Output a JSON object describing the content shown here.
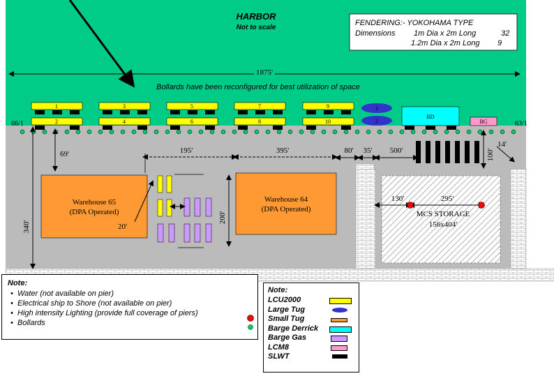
{
  "harbor": {
    "title": "HARBOR",
    "subtitle": "Not to scale"
  },
  "fendering": {
    "title": "FENDERING:- YOKOHAMA TYPE",
    "row1_label": "Dimensions",
    "row1_size": "1m Dia x 2m Long",
    "row1_count": "32",
    "row2_size": "1.2m Dia x 2m Long",
    "row2_count": "9"
  },
  "dims": {
    "pier_length": "1875'",
    "d69": "69'",
    "d195": "195'",
    "d395": "395'",
    "d80": "80'",
    "d35": "35'",
    "d500": "500'",
    "d100": "100'",
    "d14": "14'",
    "d340": "340'",
    "d200": "200'",
    "d20": "20'",
    "d130": "130'",
    "d295": "295'"
  },
  "annotation": "Bollards have been reconfigured for best utilization of space",
  "berths": {
    "left_end": "66/1",
    "right_end": "63/1",
    "lcu_top": [
      "1",
      "3",
      "5",
      "7",
      "9"
    ],
    "lcu_bottom": [
      "2",
      "4",
      "6",
      "8",
      "10"
    ],
    "large_tug_top": "1",
    "large_tug_bottom": "2",
    "barge_derrick": "BD",
    "lcm_label": "BG"
  },
  "warehouse65": {
    "name": "Warehouse 65",
    "op": "(DPA Operated)"
  },
  "warehouse64": {
    "name": "Warehouse 64",
    "op": "(DPA Operated)"
  },
  "mcs": {
    "name": "MCS STORAGE",
    "size": "156x404'"
  },
  "notes": {
    "title": "Note:",
    "items": [
      "Water  (not available on pier)",
      "Electrical ship to Shore (not available on pier)",
      "High intensity Lighting (provide full coverage of piers)",
      "Bollards"
    ]
  },
  "legend": {
    "title": "Note:",
    "items": [
      {
        "label": "LCU2000",
        "color": "#ffff00"
      },
      {
        "label": "Large Tug",
        "color": "#3333cc"
      },
      {
        "label": "Small Tug",
        "color": "#ff9933"
      },
      {
        "label": "Barge Derrick",
        "color": "#00ffff"
      },
      {
        "label": "Barge Gas",
        "color": "#cc99ff"
      },
      {
        "label": "LCM8",
        "color": "#ff99cc"
      },
      {
        "label": "SLWT",
        "color": "#000000"
      }
    ]
  },
  "colors": {
    "harbor": "#00cc88",
    "pier": "#bbbbbb",
    "warehouse": "#ff9933",
    "lcu": "#ffff00",
    "large_tug": "#3333cc",
    "barge_derrick": "#00ffff",
    "barge_gas": "#cc99ff",
    "lcm": "#ff99cc",
    "bollard": "#00cc66",
    "lighting": "#ff0000"
  },
  "icons": {
    "bollard": "bollard-dot-icon",
    "lighting": "light-dot-icon"
  }
}
